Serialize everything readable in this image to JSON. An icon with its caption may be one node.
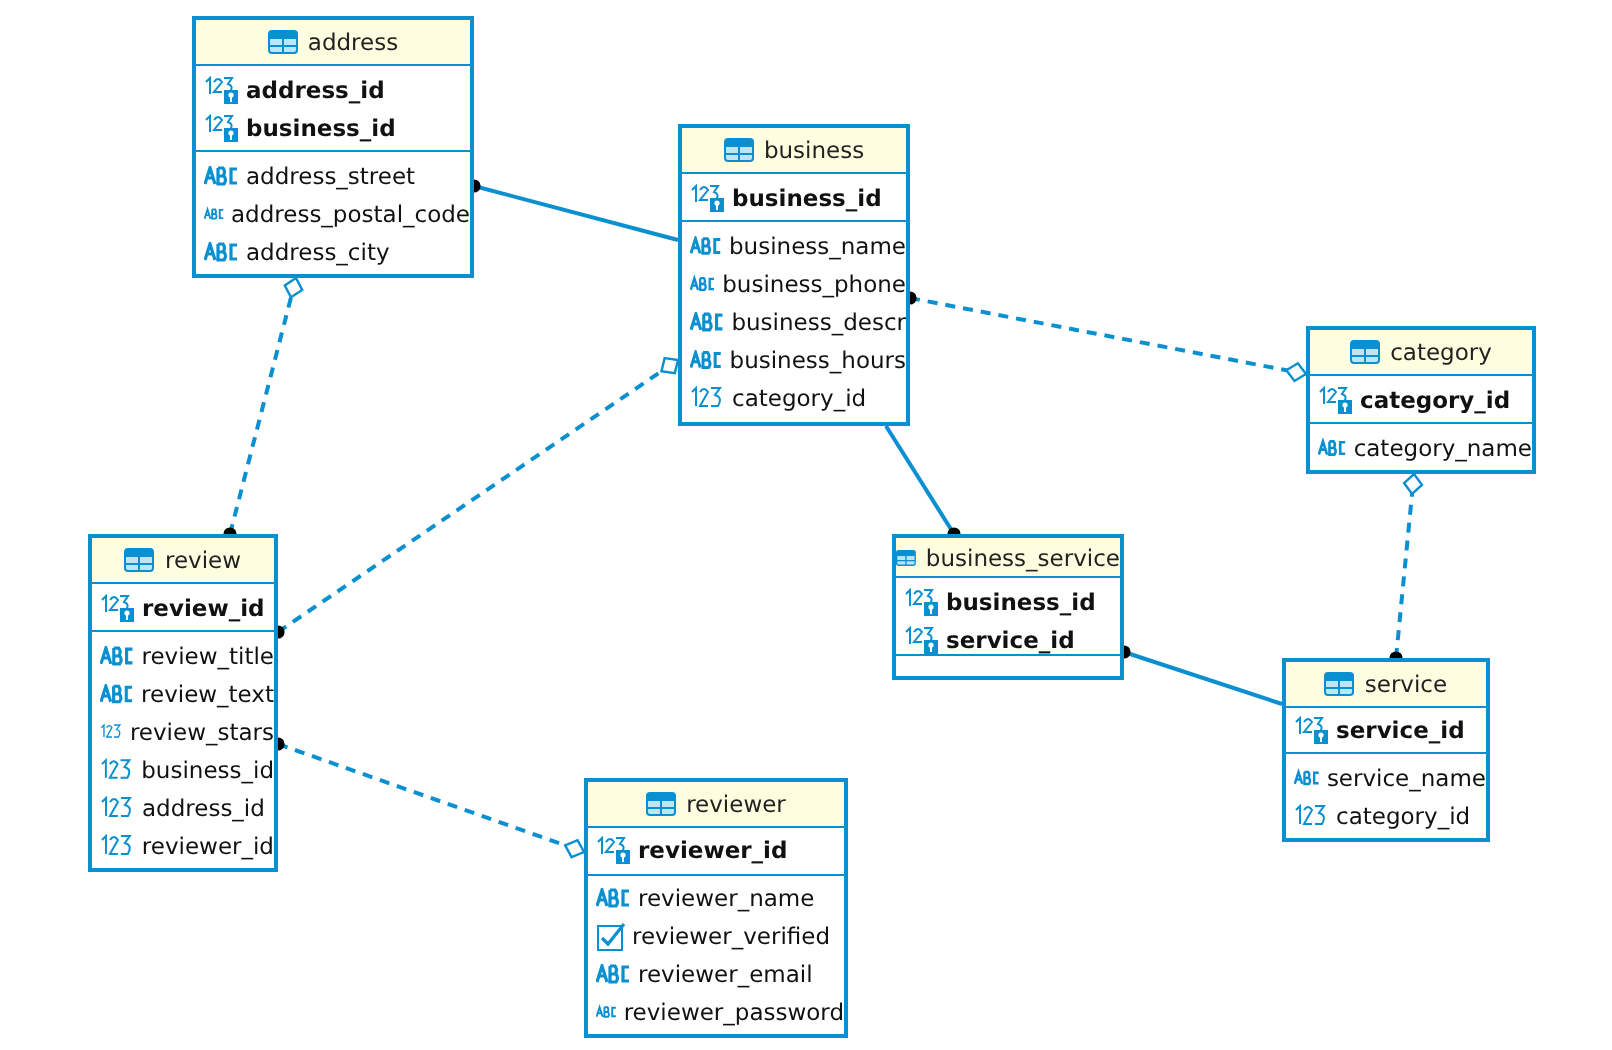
{
  "diagram": {
    "nodes": [
      {
        "text": [
          "address",
          "address_id",
          "business_id",
          "address_street",
          "address_postal_code",
          "address_city"
        ]
      },
      {
        "text": [
          "business",
          "business_id",
          "business_name",
          "business_phone",
          "business_descr",
          "business_hours",
          "category_id"
        ]
      },
      {
        "text": [
          "category",
          "category_id",
          "category_name"
        ]
      },
      {
        "text": [
          "review",
          "review_id",
          "review_title",
          "review_text",
          "review_stars",
          "business_id",
          "address_id",
          "reviewer_id"
        ]
      },
      {
        "text": [
          "business_service",
          "business_id",
          "service_id"
        ]
      },
      {
        "text": [
          "service",
          "service_id",
          "service_name",
          "category_id"
        ]
      },
      {
        "text": [
          "reviewer",
          "reviewer_id",
          "reviewer_name",
          "reviewer_verified",
          "reviewer_email",
          "reviewer_password"
        ]
      }
    ],
    "edges": [
      {
        "from": 0,
        "to": 1,
        "arrow": "other"
      },
      {
        "from": 1,
        "to": 2,
        "arrow": "other",
        "style": "dashed"
      },
      {
        "from": 3,
        "to": 0,
        "arrow": "other",
        "style": "dashed"
      },
      {
        "from": 3,
        "to": 1,
        "arrow": "other",
        "style": "dashed"
      },
      {
        "from": 3,
        "to": 6,
        "arrow": "other",
        "style": "dashed"
      },
      {
        "from": 4,
        "to": 1,
        "arrow": "other"
      },
      {
        "from": 4,
        "to": 5,
        "arrow": "other"
      },
      {
        "from": 5,
        "to": 2,
        "arrow": "other",
        "style": "dashed"
      }
    ]
  }
}
